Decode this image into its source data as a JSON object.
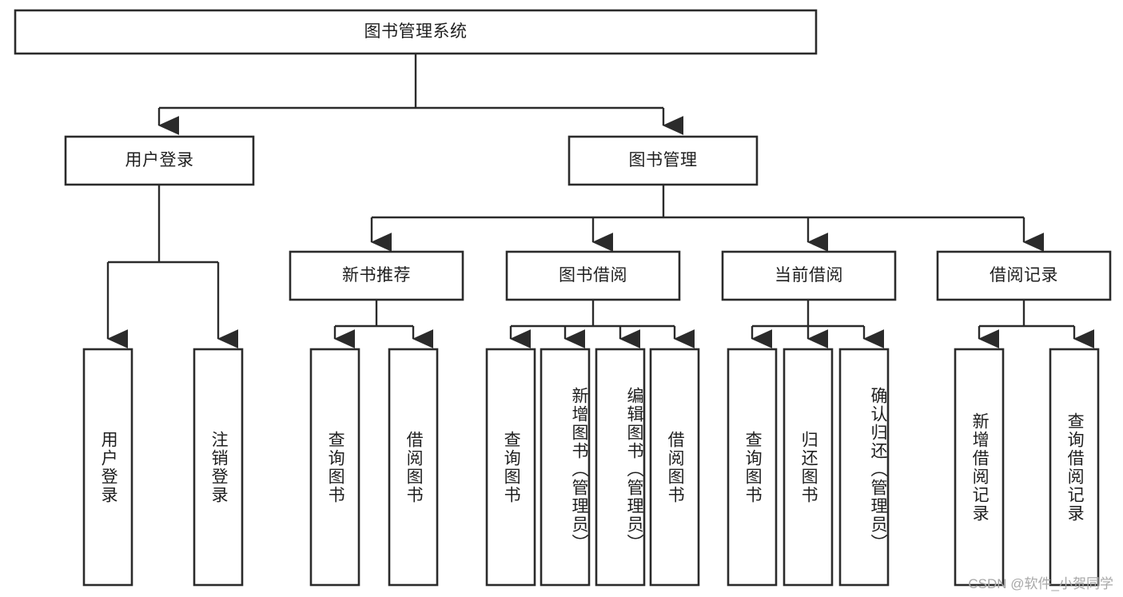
{
  "diagram": {
    "type": "tree-hierarchy",
    "title": "图书管理系统",
    "root": {
      "id": "root",
      "label": "图书管理系统",
      "orientation": "horizontal"
    },
    "level2": [
      {
        "id": "user-login",
        "label": "用户登录",
        "orientation": "horizontal"
      },
      {
        "id": "book-manage",
        "label": "图书管理",
        "orientation": "horizontal"
      }
    ],
    "level3": [
      {
        "id": "new-book-recommend",
        "label": "新书推荐",
        "orientation": "horizontal",
        "parent": "book-manage"
      },
      {
        "id": "book-borrow",
        "label": "图书借阅",
        "orientation": "horizontal",
        "parent": "book-manage"
      },
      {
        "id": "current-borrow",
        "label": "当前借阅",
        "orientation": "horizontal",
        "parent": "book-manage"
      },
      {
        "id": "borrow-record",
        "label": "借阅记录",
        "orientation": "horizontal",
        "parent": "book-manage"
      }
    ],
    "leaves": [
      {
        "id": "leaf-user-login",
        "label": "用户登录",
        "parent": "user-login",
        "orientation": "vertical"
      },
      {
        "id": "leaf-user-logout",
        "label": "注销登录",
        "parent": "user-login",
        "orientation": "vertical"
      },
      {
        "id": "leaf-query-book-1",
        "label": "查询图书",
        "parent": "new-book-recommend",
        "orientation": "vertical"
      },
      {
        "id": "leaf-borrow-book-1",
        "label": "借阅图书",
        "parent": "new-book-recommend",
        "orientation": "vertical"
      },
      {
        "id": "leaf-query-book-2",
        "label": "查询图书",
        "parent": "book-borrow",
        "orientation": "vertical"
      },
      {
        "id": "leaf-add-book",
        "label": "新增图书（管理员）",
        "parent": "book-borrow",
        "orientation": "vertical"
      },
      {
        "id": "leaf-edit-book",
        "label": "编辑图书（管理员）",
        "parent": "book-borrow",
        "orientation": "vertical"
      },
      {
        "id": "leaf-borrow-book-2",
        "label": "借阅图书",
        "parent": "book-borrow",
        "orientation": "vertical"
      },
      {
        "id": "leaf-query-book-3",
        "label": "查询图书",
        "parent": "current-borrow",
        "orientation": "vertical"
      },
      {
        "id": "leaf-return-book",
        "label": "归还图书",
        "parent": "current-borrow",
        "orientation": "vertical"
      },
      {
        "id": "leaf-confirm-return",
        "label": "确认归还（管理员）",
        "parent": "current-borrow",
        "orientation": "vertical"
      },
      {
        "id": "leaf-add-record",
        "label": "新增借阅记录",
        "parent": "borrow-record",
        "orientation": "vertical"
      },
      {
        "id": "leaf-query-record",
        "label": "查询借阅记录",
        "parent": "borrow-record",
        "orientation": "vertical"
      }
    ],
    "colors": {
      "stroke": "#2b2b2b",
      "fill": "#ffffff",
      "text": "#1f1f1f",
      "watermark": "#a8a8a8",
      "background": "#ffffff"
    }
  },
  "watermark": {
    "text": "CSDN @软件_小贺同学"
  }
}
